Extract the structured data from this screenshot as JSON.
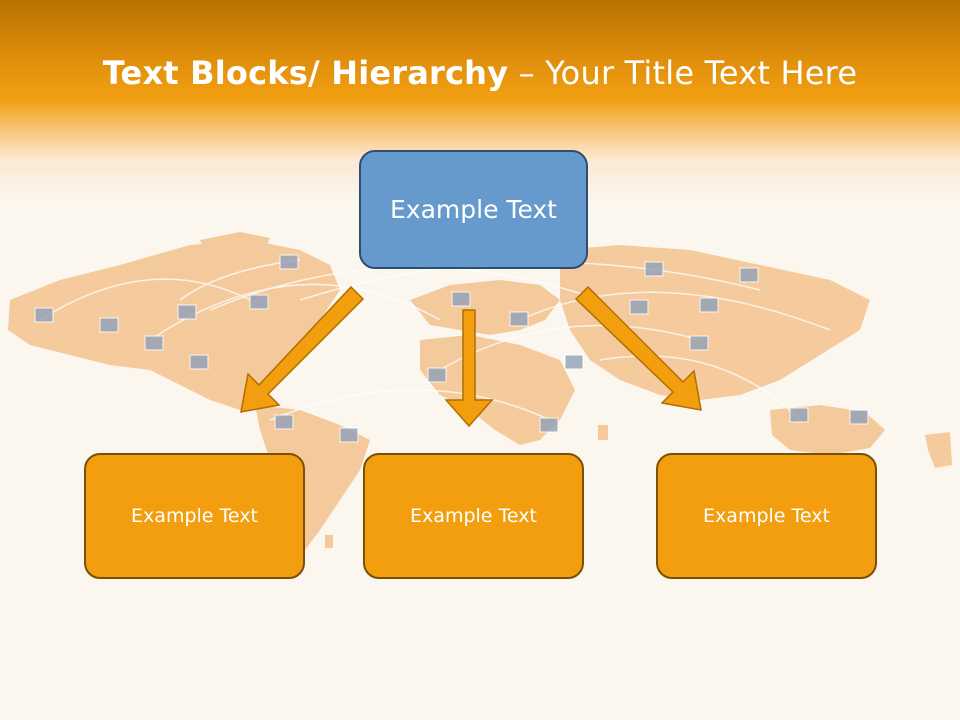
{
  "title": {
    "bold": "Text Blocks/ Hierarchy",
    "dash": " – ",
    "regular": "Your Title Text Here"
  },
  "diagram": {
    "top_node": {
      "label": "Example Text"
    },
    "children": [
      {
        "label": "Example Text"
      },
      {
        "label": "Example Text"
      },
      {
        "label": "Example Text"
      }
    ]
  },
  "colors": {
    "header_orange": "#f2a012",
    "top_node_fill": "#6699cc",
    "child_fill": "#f29e0f",
    "arrow_fill": "#f29e0f"
  },
  "background": {
    "image": "world-map-network-icon"
  }
}
